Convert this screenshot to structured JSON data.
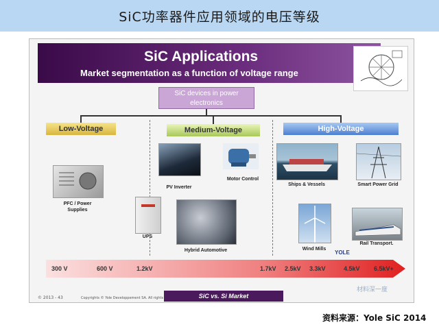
{
  "banner": {
    "title": "SiC功率器件应用领域的电压等级"
  },
  "slide": {
    "title": "SiC Applications",
    "subtitle": "Market segmentation as a function of voltage range",
    "root": {
      "line1": "SiC devices in power",
      "line2": "electronics"
    },
    "categories": [
      "Low-Voltage",
      "Medium-Voltage",
      "High-Voltage"
    ],
    "applications": {
      "pfc": {
        "line1": "PFC / Power",
        "line2": "Supplies"
      },
      "pv": "PV Inverter",
      "motor": "Motor Control",
      "ups": "UPS",
      "hybrid": "Hybrid Automotive",
      "ships": "Ships & Vessels",
      "grid": "Smart Power Grid",
      "wind": "Wind Mills",
      "rail": "Rail Transport."
    },
    "voltage_scale": [
      "300 V",
      "600 V",
      "1.2kV",
      "1.7kV",
      "2.5kV",
      "3.3kV",
      "4.5kV",
      "6.5kV+"
    ],
    "footer": {
      "page": "© 2013 - 43",
      "copyright": "Copyrights © Yole Developpement SA. All rights reserved",
      "market": "SiC vs. Si Market",
      "logo": "YOLE"
    }
  },
  "watermark": "材料深一度",
  "source": "资料来源：Yole SiC 2014",
  "colors": {
    "banner": "#b9d7f2",
    "header": "#5a1f6e",
    "root_box": "#c9a6d6",
    "low": "#e8c850",
    "medium": "#b8d46a",
    "high": "#5a88d6"
  }
}
